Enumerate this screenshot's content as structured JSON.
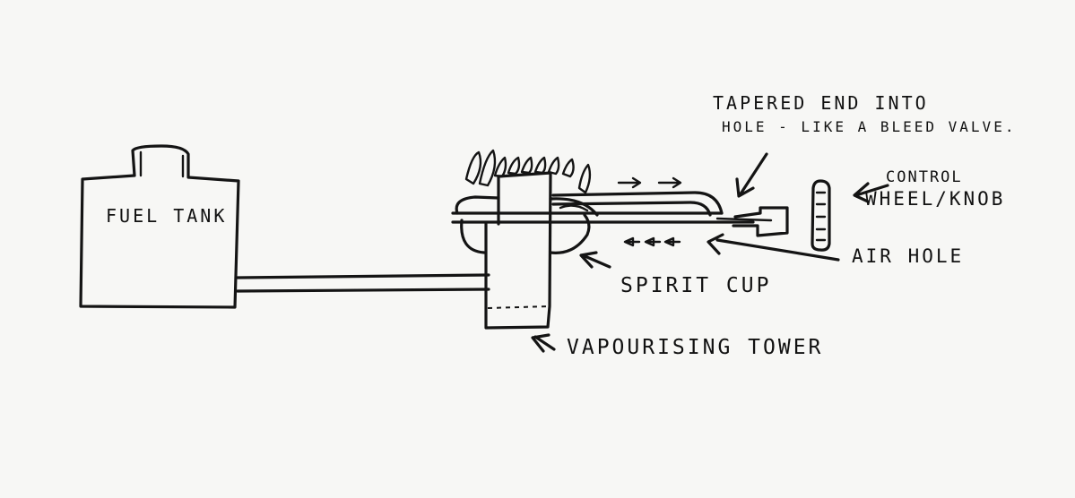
{
  "labels": {
    "fuel_tank": "FUEL TANK",
    "tapered_line1": "TAPERED END INTO",
    "tapered_line2": "HOLE - LIKE A BLEED VALVE.",
    "control_line1": "CONTROL",
    "control_line2": "WHEEL/KNOB",
    "air_hole": "AIR HOLE",
    "spirit_cup": "SPIRIT CUP",
    "vapourising_tower": "VAPOURISING TOWER"
  },
  "colors": {
    "ink": "#141414",
    "paper": "#f7f7f5"
  }
}
